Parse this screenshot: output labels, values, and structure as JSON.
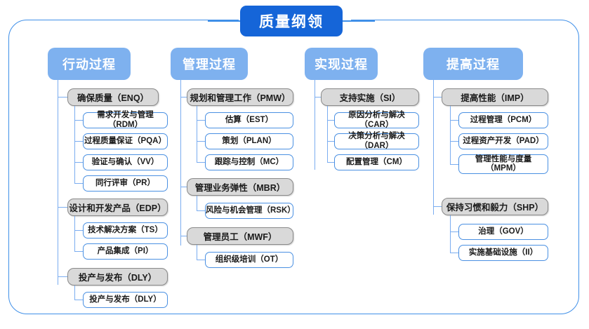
{
  "diagram": {
    "title": "质量纲领",
    "colors": {
      "title_bg": "#1565d8",
      "category_bg": "#7eb1ef",
      "group_bg": "#d9d9d9",
      "group_border": "#8a8a8a",
      "leaf_border": "#4a90e2",
      "frame_border": "#3f8fe8",
      "connector": "#7badf0"
    },
    "columns": [
      {
        "header": "行动过程",
        "groups": [
          {
            "label": "确保质量（ENQ）",
            "children": [
              "需求开发与管理（RDM）",
              "过程质量保证（PQA）",
              "验证与确认（VV）",
              "同行评审（PR）"
            ]
          },
          {
            "label": "设计和开发产品（EDP）",
            "children": [
              "技术解决方案（TS）",
              "产品集成（PI）"
            ]
          },
          {
            "label": "投产与发布（DLY）",
            "children": [
              "投产与发布（DLY）"
            ]
          }
        ]
      },
      {
        "header": "管理过程",
        "groups": [
          {
            "label": "规划和管理工作（PMW）",
            "children": [
              "估算（EST）",
              "策划（PLAN）",
              "跟踪与控制（MC）"
            ]
          },
          {
            "label": "管理业务弹性（MBR）",
            "children": [
              "风险与机会管理（RSK）"
            ]
          },
          {
            "label": "管理员工（MWF）",
            "children": [
              "组织级培训（OT）"
            ]
          }
        ]
      },
      {
        "header": "实现过程",
        "groups": [
          {
            "label": "支持实施（SI）",
            "children": [
              "原因分析与解决（CAR）",
              "决策分析与解决（DAR）",
              "配置管理（CM）"
            ]
          }
        ]
      },
      {
        "header": "提高过程",
        "groups": [
          {
            "label": "提高性能（IMP）",
            "children": [
              "过程管理（PCM）",
              "过程资产开发（PAD）",
              "管理性能与度量\n（MPM）"
            ]
          },
          {
            "label": "保持习惯和毅力（SHP）",
            "children": [
              "治理（GOV）",
              "实施基础设施（II）"
            ]
          }
        ]
      }
    ]
  }
}
